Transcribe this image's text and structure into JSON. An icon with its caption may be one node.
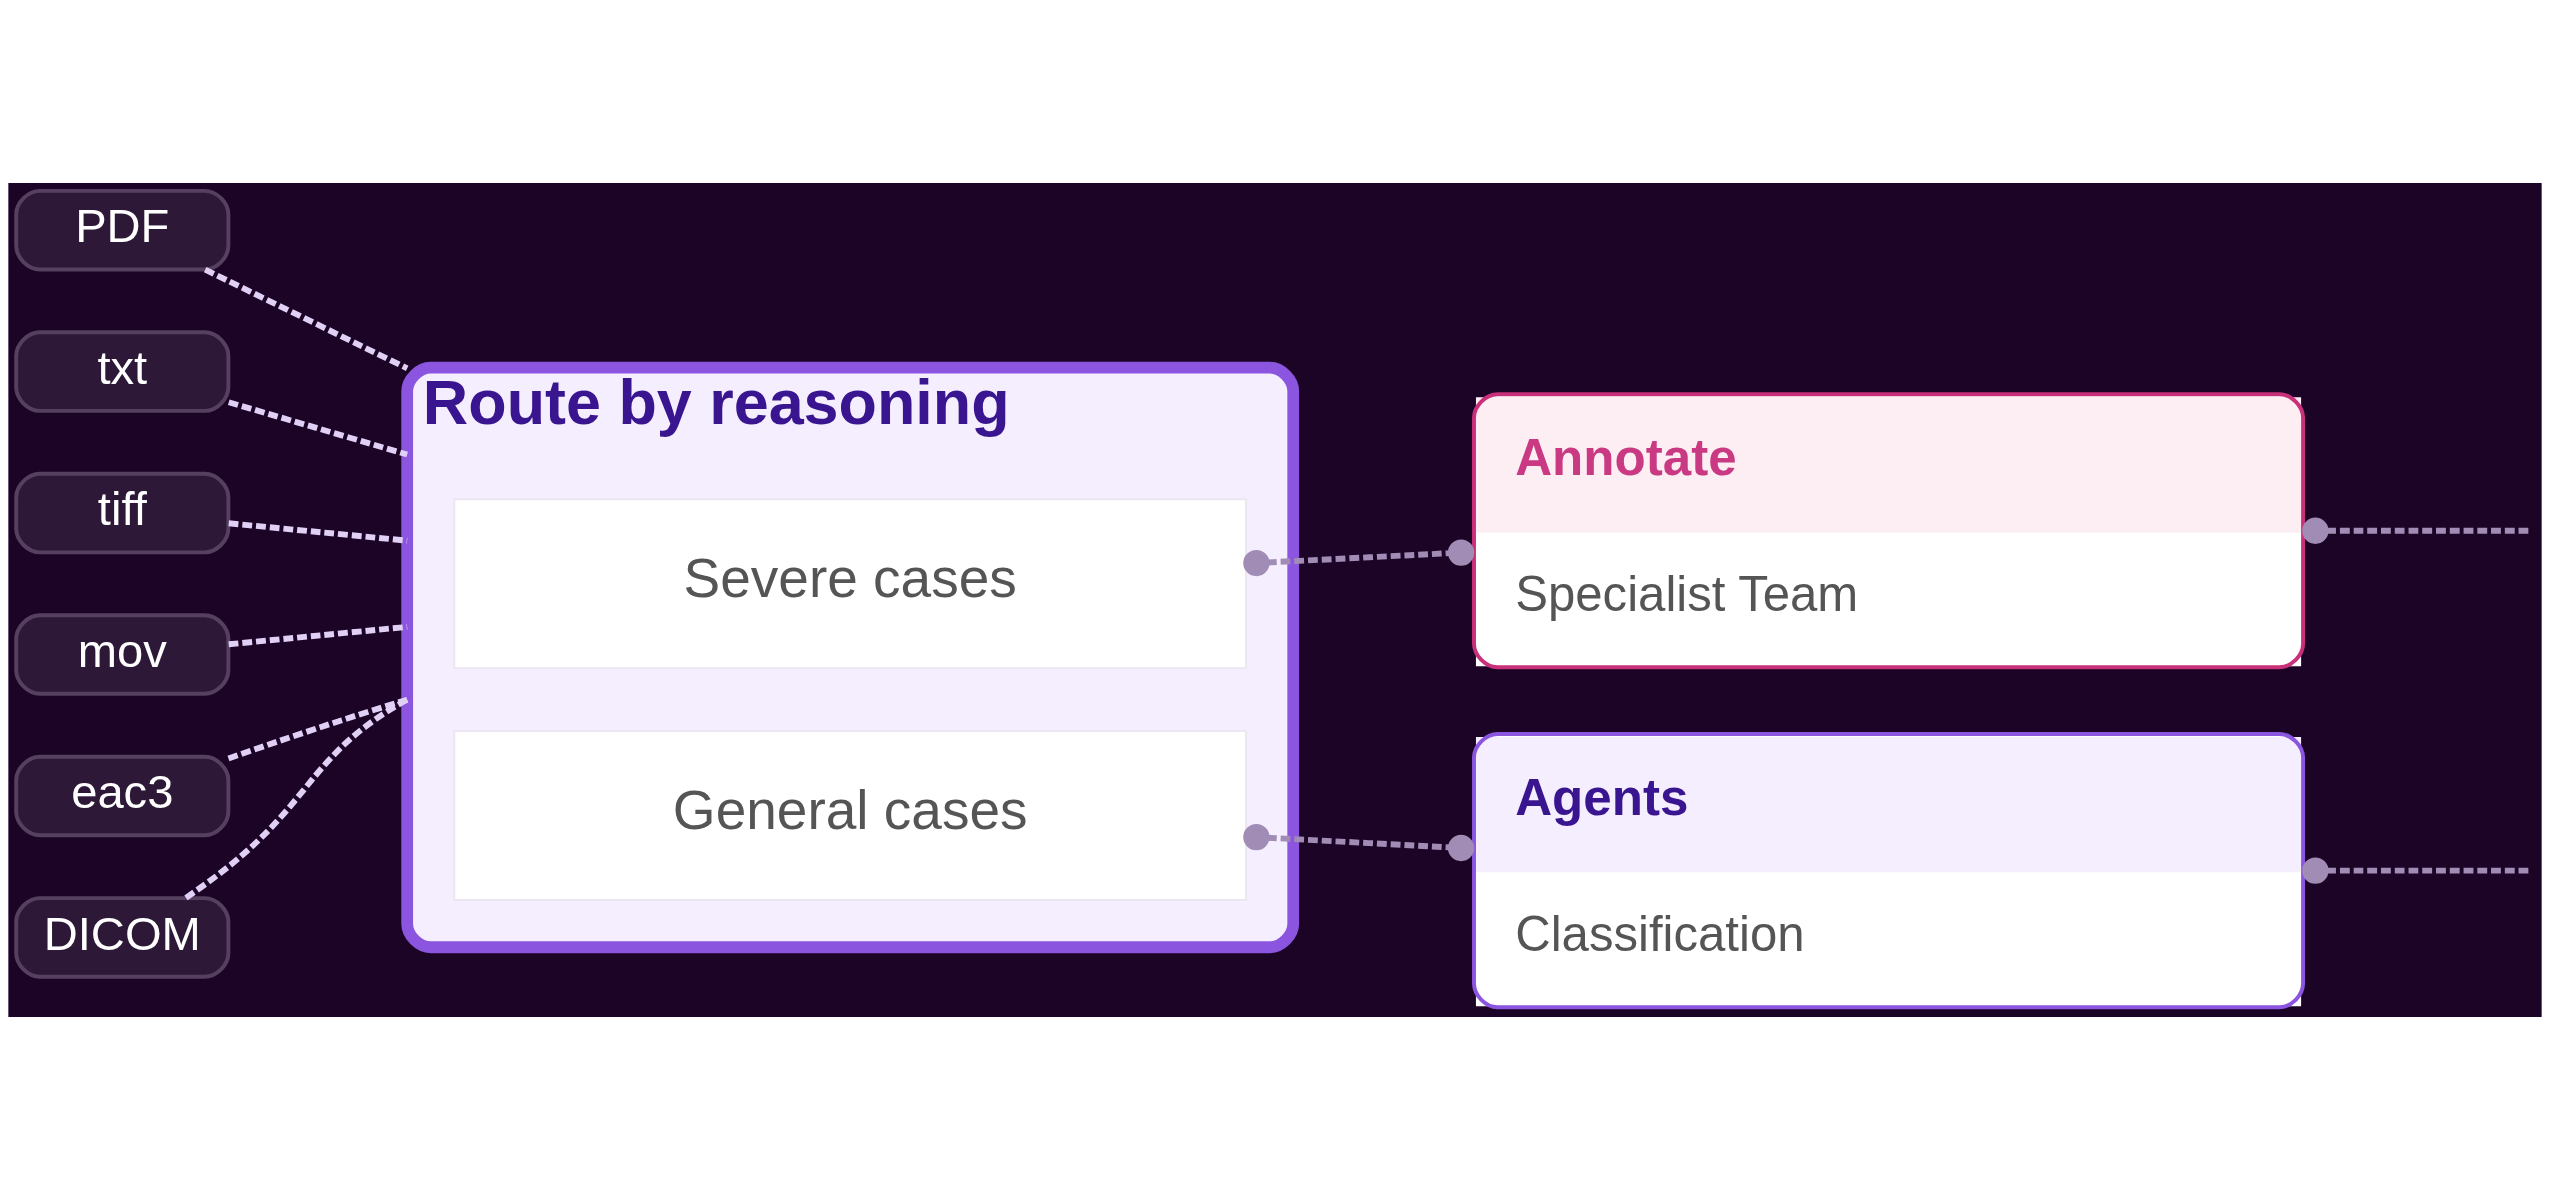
{
  "diagram": {
    "nodes": [
      {
        "text": [
          "PDF"
        ]
      },
      {
        "text": [
          "txt"
        ]
      },
      {
        "text": [
          "tiff"
        ]
      },
      {
        "text": [
          "mov"
        ]
      },
      {
        "text": [
          "eac3"
        ]
      },
      {
        "text": [
          "DICOM"
        ]
      },
      {
        "text": [
          "Route by reasoning"
        ]
      },
      {
        "text": [
          "Severe cases"
        ],
        "in": 6
      },
      {
        "text": [
          "General cases"
        ],
        "in": 6
      },
      {
        "text": [
          "Annotate",
          "Specialist Team"
        ]
      },
      {
        "text": [
          "Agents",
          "Classification"
        ]
      }
    ],
    "edges": [
      {
        "from": 0,
        "to": 6,
        "arrow": "none",
        "style": "dashed"
      },
      {
        "from": 1,
        "to": 6,
        "arrow": "none",
        "style": "dashed"
      },
      {
        "from": 2,
        "to": 6,
        "arrow": "none",
        "style": "dashed"
      },
      {
        "from": 3,
        "to": 6,
        "arrow": "none",
        "style": "dashed"
      },
      {
        "from": 4,
        "to": 6,
        "arrow": "none",
        "style": "dashed"
      },
      {
        "from": 5,
        "to": 6,
        "arrow": "none",
        "style": "dashed"
      },
      {
        "from": 7,
        "to": 9,
        "arrow": "other",
        "style": "dashed",
        "color": "#a08cb4"
      },
      {
        "from": 8,
        "to": 10,
        "arrow": "other",
        "style": "dashed",
        "color": "#a08cb4"
      },
      {
        "from": 9,
        "to": null,
        "arrow": "other",
        "style": "dashed",
        "color": "#a08cb4"
      },
      {
        "from": 10,
        "to": null,
        "arrow": "other",
        "style": "dashed",
        "color": "#a08cb4"
      }
    ]
  }
}
